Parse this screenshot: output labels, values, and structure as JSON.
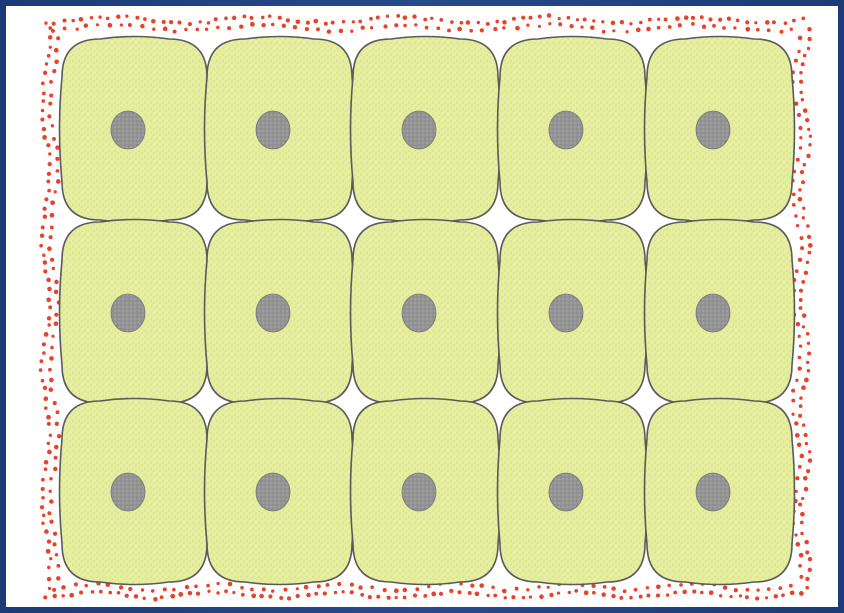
{
  "colors": {
    "frame": "#1f3d7d",
    "background": "#ffffff",
    "cytoplasm": "#e6eea0",
    "cytoplasm_speckle": "#b8c466",
    "membrane": "#5a5a5a",
    "nucleus": "#8f8f8f",
    "nucleus_edge": "#777777",
    "extracellular_dots": "#e8422a"
  },
  "grid": {
    "rows": 3,
    "columns": 5
  },
  "icons": {
    "cell": "rounded-square-cell",
    "nucleus": "oval-nucleus",
    "extracellular_matrix": "red-dot-border"
  }
}
